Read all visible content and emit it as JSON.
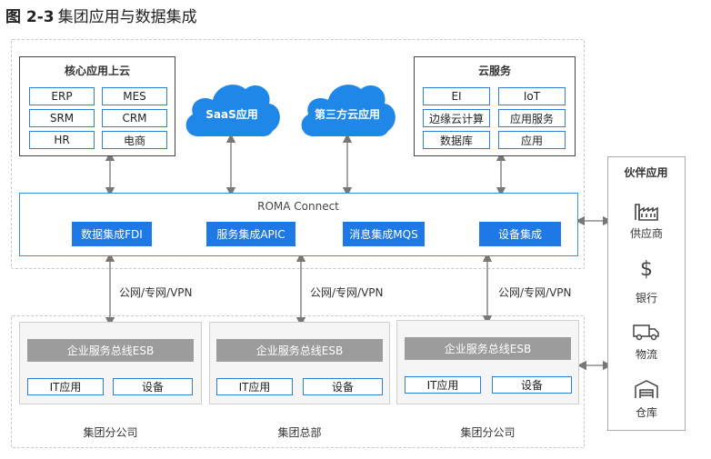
{
  "figure_title": {
    "number": "图 2-3",
    "text": "集团应用与数据集成"
  },
  "core_cloud": {
    "title": "核心应用上云",
    "items": [
      "ERP",
      "MES",
      "SRM",
      "CRM",
      "HR",
      "电商"
    ]
  },
  "clouds": {
    "saas": "SaaS应用",
    "third_party": "第三方云应用"
  },
  "cloud_services": {
    "title": "云服务",
    "items": [
      "EI",
      "IoT",
      "边缘云计算",
      "应用服务",
      "数据库",
      "应用"
    ]
  },
  "roma": {
    "title": "ROMA Connect",
    "modules": [
      "数据集成FDI",
      "服务集成APIC",
      "消息集成MQS",
      "设备集成"
    ]
  },
  "link_label": "公网/专网/VPN",
  "branches": [
    {
      "esb": "企业服务总线ESB",
      "left": "IT应用",
      "right": "设备",
      "label": "集团分公司"
    },
    {
      "esb": "企业服务总线ESB",
      "left": "IT应用",
      "right": "设备",
      "label": "集团总部"
    },
    {
      "esb": "企业服务总线ESB",
      "left": "IT应用",
      "right": "设备",
      "label": "集团分公司"
    }
  ],
  "partners": {
    "title": "伙伴应用",
    "items": [
      {
        "label": "供应商",
        "icon": "factory-icon"
      },
      {
        "label": "银行",
        "icon": "dollar-icon"
      },
      {
        "label": "物流",
        "icon": "truck-icon"
      },
      {
        "label": "仓库",
        "icon": "warehouse-icon"
      }
    ]
  },
  "colors": {
    "accent": "#1e78e6",
    "cloud": "#1f87e8",
    "esb": "#9c9c9c",
    "border_blue": "#2e7fd6"
  }
}
